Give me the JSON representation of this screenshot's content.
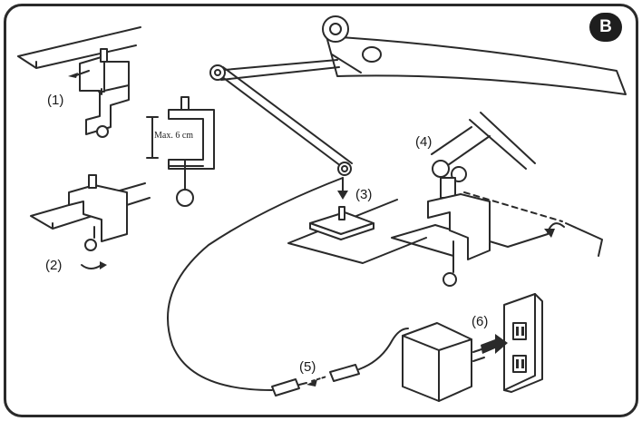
{
  "badge": "B",
  "steps": {
    "s1": "(1)",
    "s2": "(2)",
    "s3": "(3)",
    "s4": "(4)",
    "s5": "(5)",
    "s6": "(6)"
  },
  "clamp_measure": "Max. 6 cm"
}
